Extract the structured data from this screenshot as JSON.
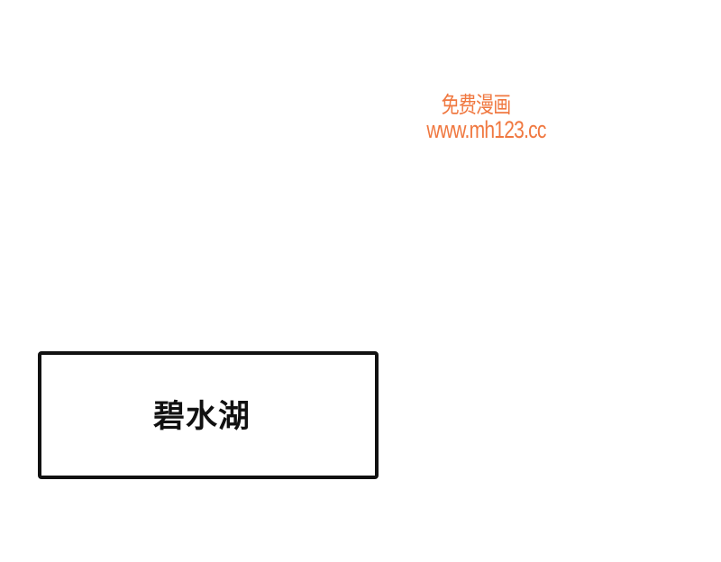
{
  "watermark": {
    "line1": "免费漫画",
    "line2": "www.mh123.cc",
    "color": "#f07840"
  },
  "caption": {
    "text": "碧水湖",
    "border_color": "#111111"
  }
}
